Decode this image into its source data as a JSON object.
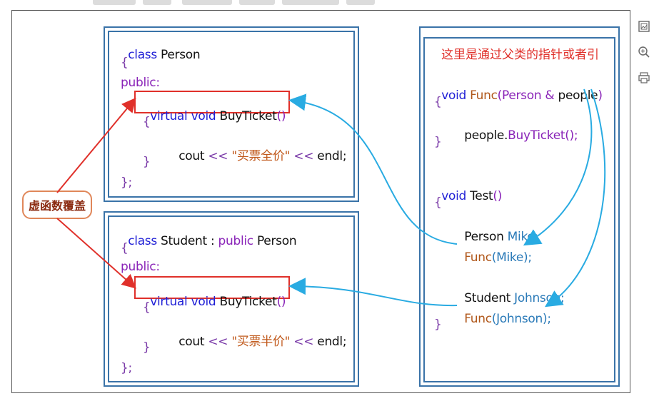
{
  "left_panel": {
    "person_class": {
      "line1": {
        "kw": "class",
        "name": " Person"
      },
      "open_brace": "{",
      "access": "public:",
      "method": {
        "virtual": "virtual",
        "void": " void",
        "name": " BuyTicket",
        "parens": "()"
      },
      "inner_open": "{",
      "body": {
        "cout": "cout",
        "op1": " << ",
        "str": "\"买票全价\"",
        "op2": " << ",
        "endl": "endl;"
      },
      "inner_close": "}",
      "close": "};"
    },
    "student_class": {
      "line1": {
        "kw": "class",
        "name": " Student",
        "colon": " : ",
        "pub": "public",
        "base": " Person"
      },
      "open_brace": "{",
      "access": "public:",
      "method": {
        "virtual": "virtual",
        "void": " void",
        "name": " BuyTicket",
        "parens": "()"
      },
      "inner_open": "{",
      "body": {
        "cout": "cout",
        "op1": " << ",
        "str": "\"买票半价\"",
        "op2": " << ",
        "endl": "endl;"
      },
      "inner_close": "}",
      "close": "};"
    }
  },
  "badge": {
    "label": "虚函数覆盖"
  },
  "right_panel": {
    "note": "这里是通过父类的指针或者引",
    "func": {
      "void": "void",
      "name": " Func",
      "params_open": "(Person",
      "amp": " & ",
      "param": "people",
      "params_close": ")"
    },
    "func_open": "{",
    "func_call": {
      "obj": "people",
      "dot": ".",
      "method": "BuyTicket",
      "end": "();"
    },
    "func_close": "}",
    "test": {
      "void": "void",
      "name": " Test",
      "parens": "()"
    },
    "test_open": "{",
    "decl1": {
      "type": "Person",
      "var": " Mike;"
    },
    "call1": {
      "fn": "Func",
      "args": "(Mike);"
    },
    "decl2": {
      "type": "Student",
      "var": " Johnson;"
    },
    "call2": {
      "fn": "Func",
      "args": "(Johnson);"
    },
    "test_close": "}"
  },
  "toolbar": {
    "icons": [
      "image-icon",
      "zoom-in-icon",
      "print-icon"
    ]
  },
  "colors": {
    "box_border": "#3a73a8",
    "red": "#e0302a",
    "arrow_blue": "#29abe2",
    "keyword_blue": "#1f1fd6",
    "purple": "#8a24b8",
    "string_orange": "#c0581a"
  }
}
